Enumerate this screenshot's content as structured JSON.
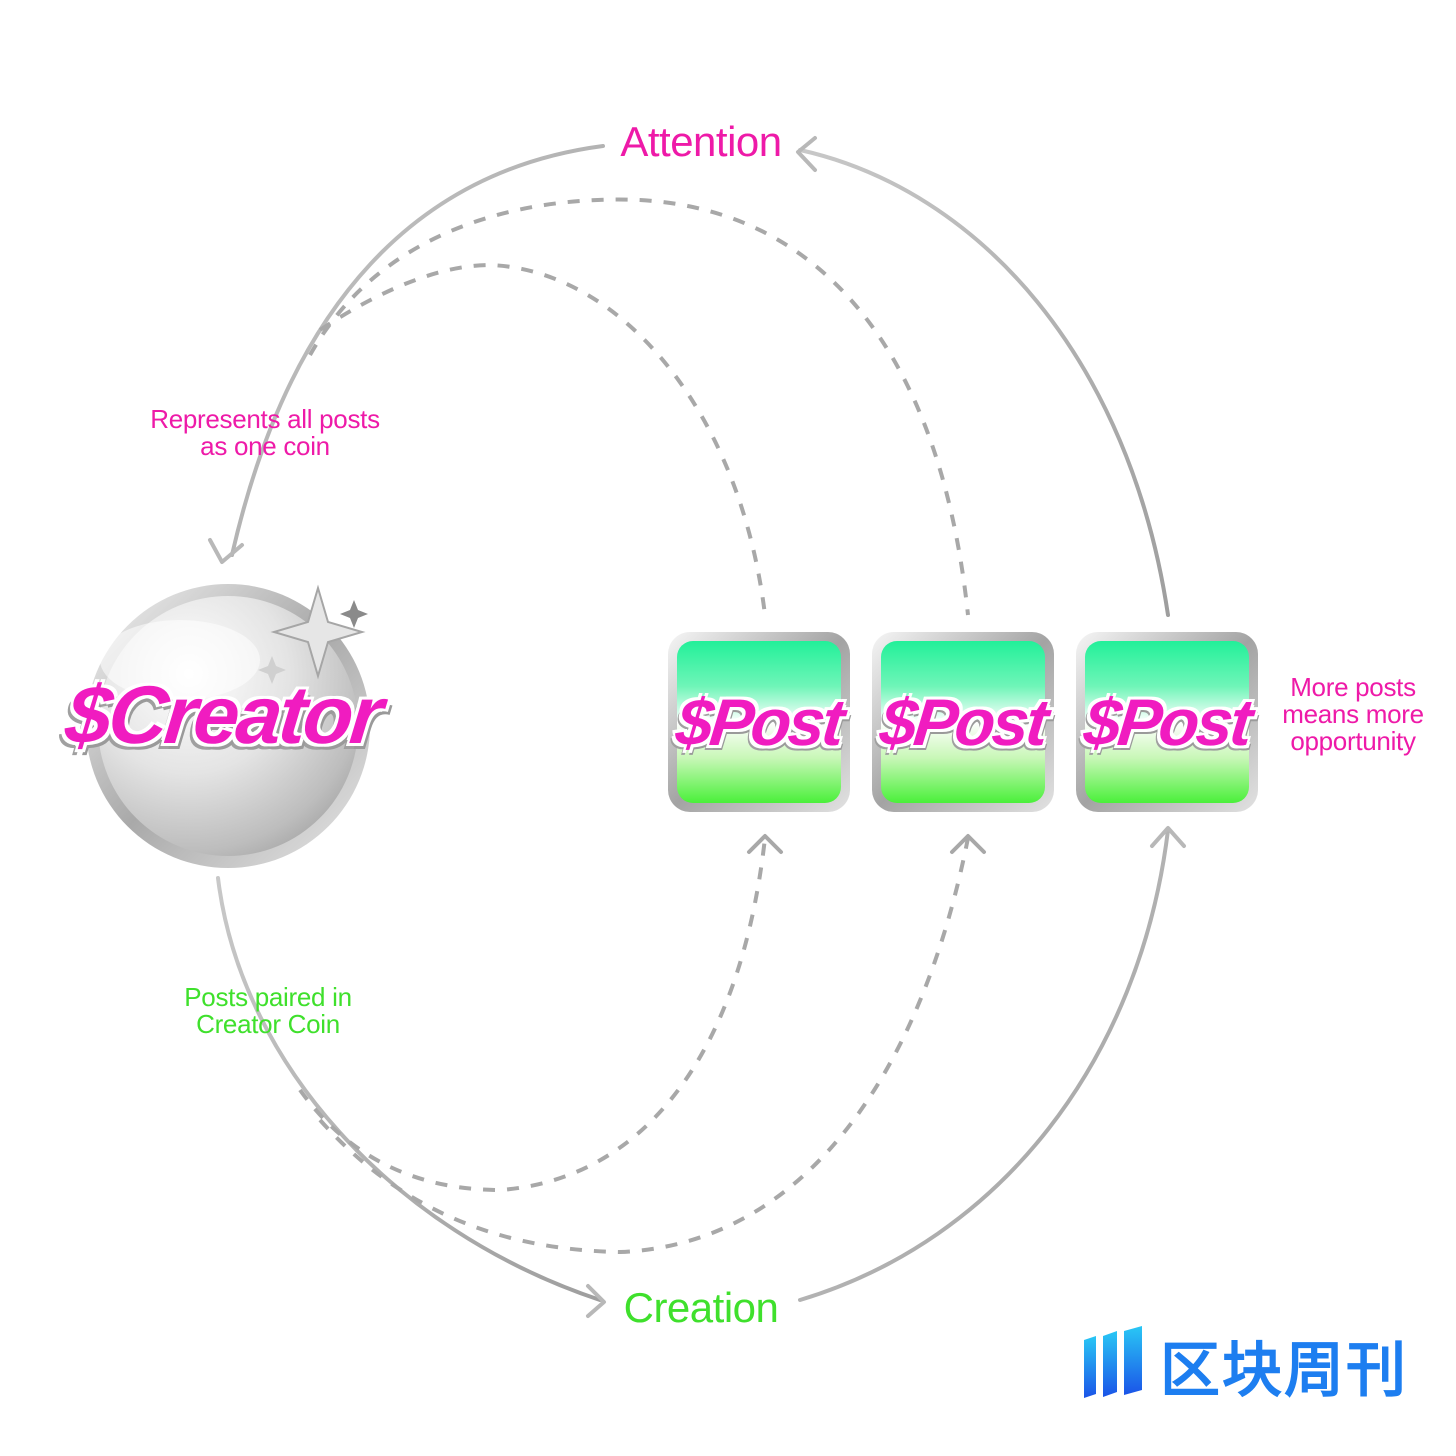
{
  "labels": {
    "attention": "Attention",
    "creation": "Creation",
    "represents": "Represents all posts\nas one coin",
    "paired": "Posts paired in\nCreator Coin",
    "more_posts": "More posts\nmeans more\nopportunity"
  },
  "creator_coin": {
    "label": "$Creator"
  },
  "post_coins": [
    {
      "label": "$Post"
    },
    {
      "label": "$Post"
    },
    {
      "label": "$Post"
    }
  ],
  "watermark": {
    "text": "区块周刊",
    "icon": "block-weekly-logo-icon"
  },
  "colors": {
    "pink": "#ee1aa8",
    "green": "#3fe02c",
    "arrow": "#b4b4b4",
    "dashed": "#a8a8a8",
    "brand": "#1d7ef0"
  }
}
